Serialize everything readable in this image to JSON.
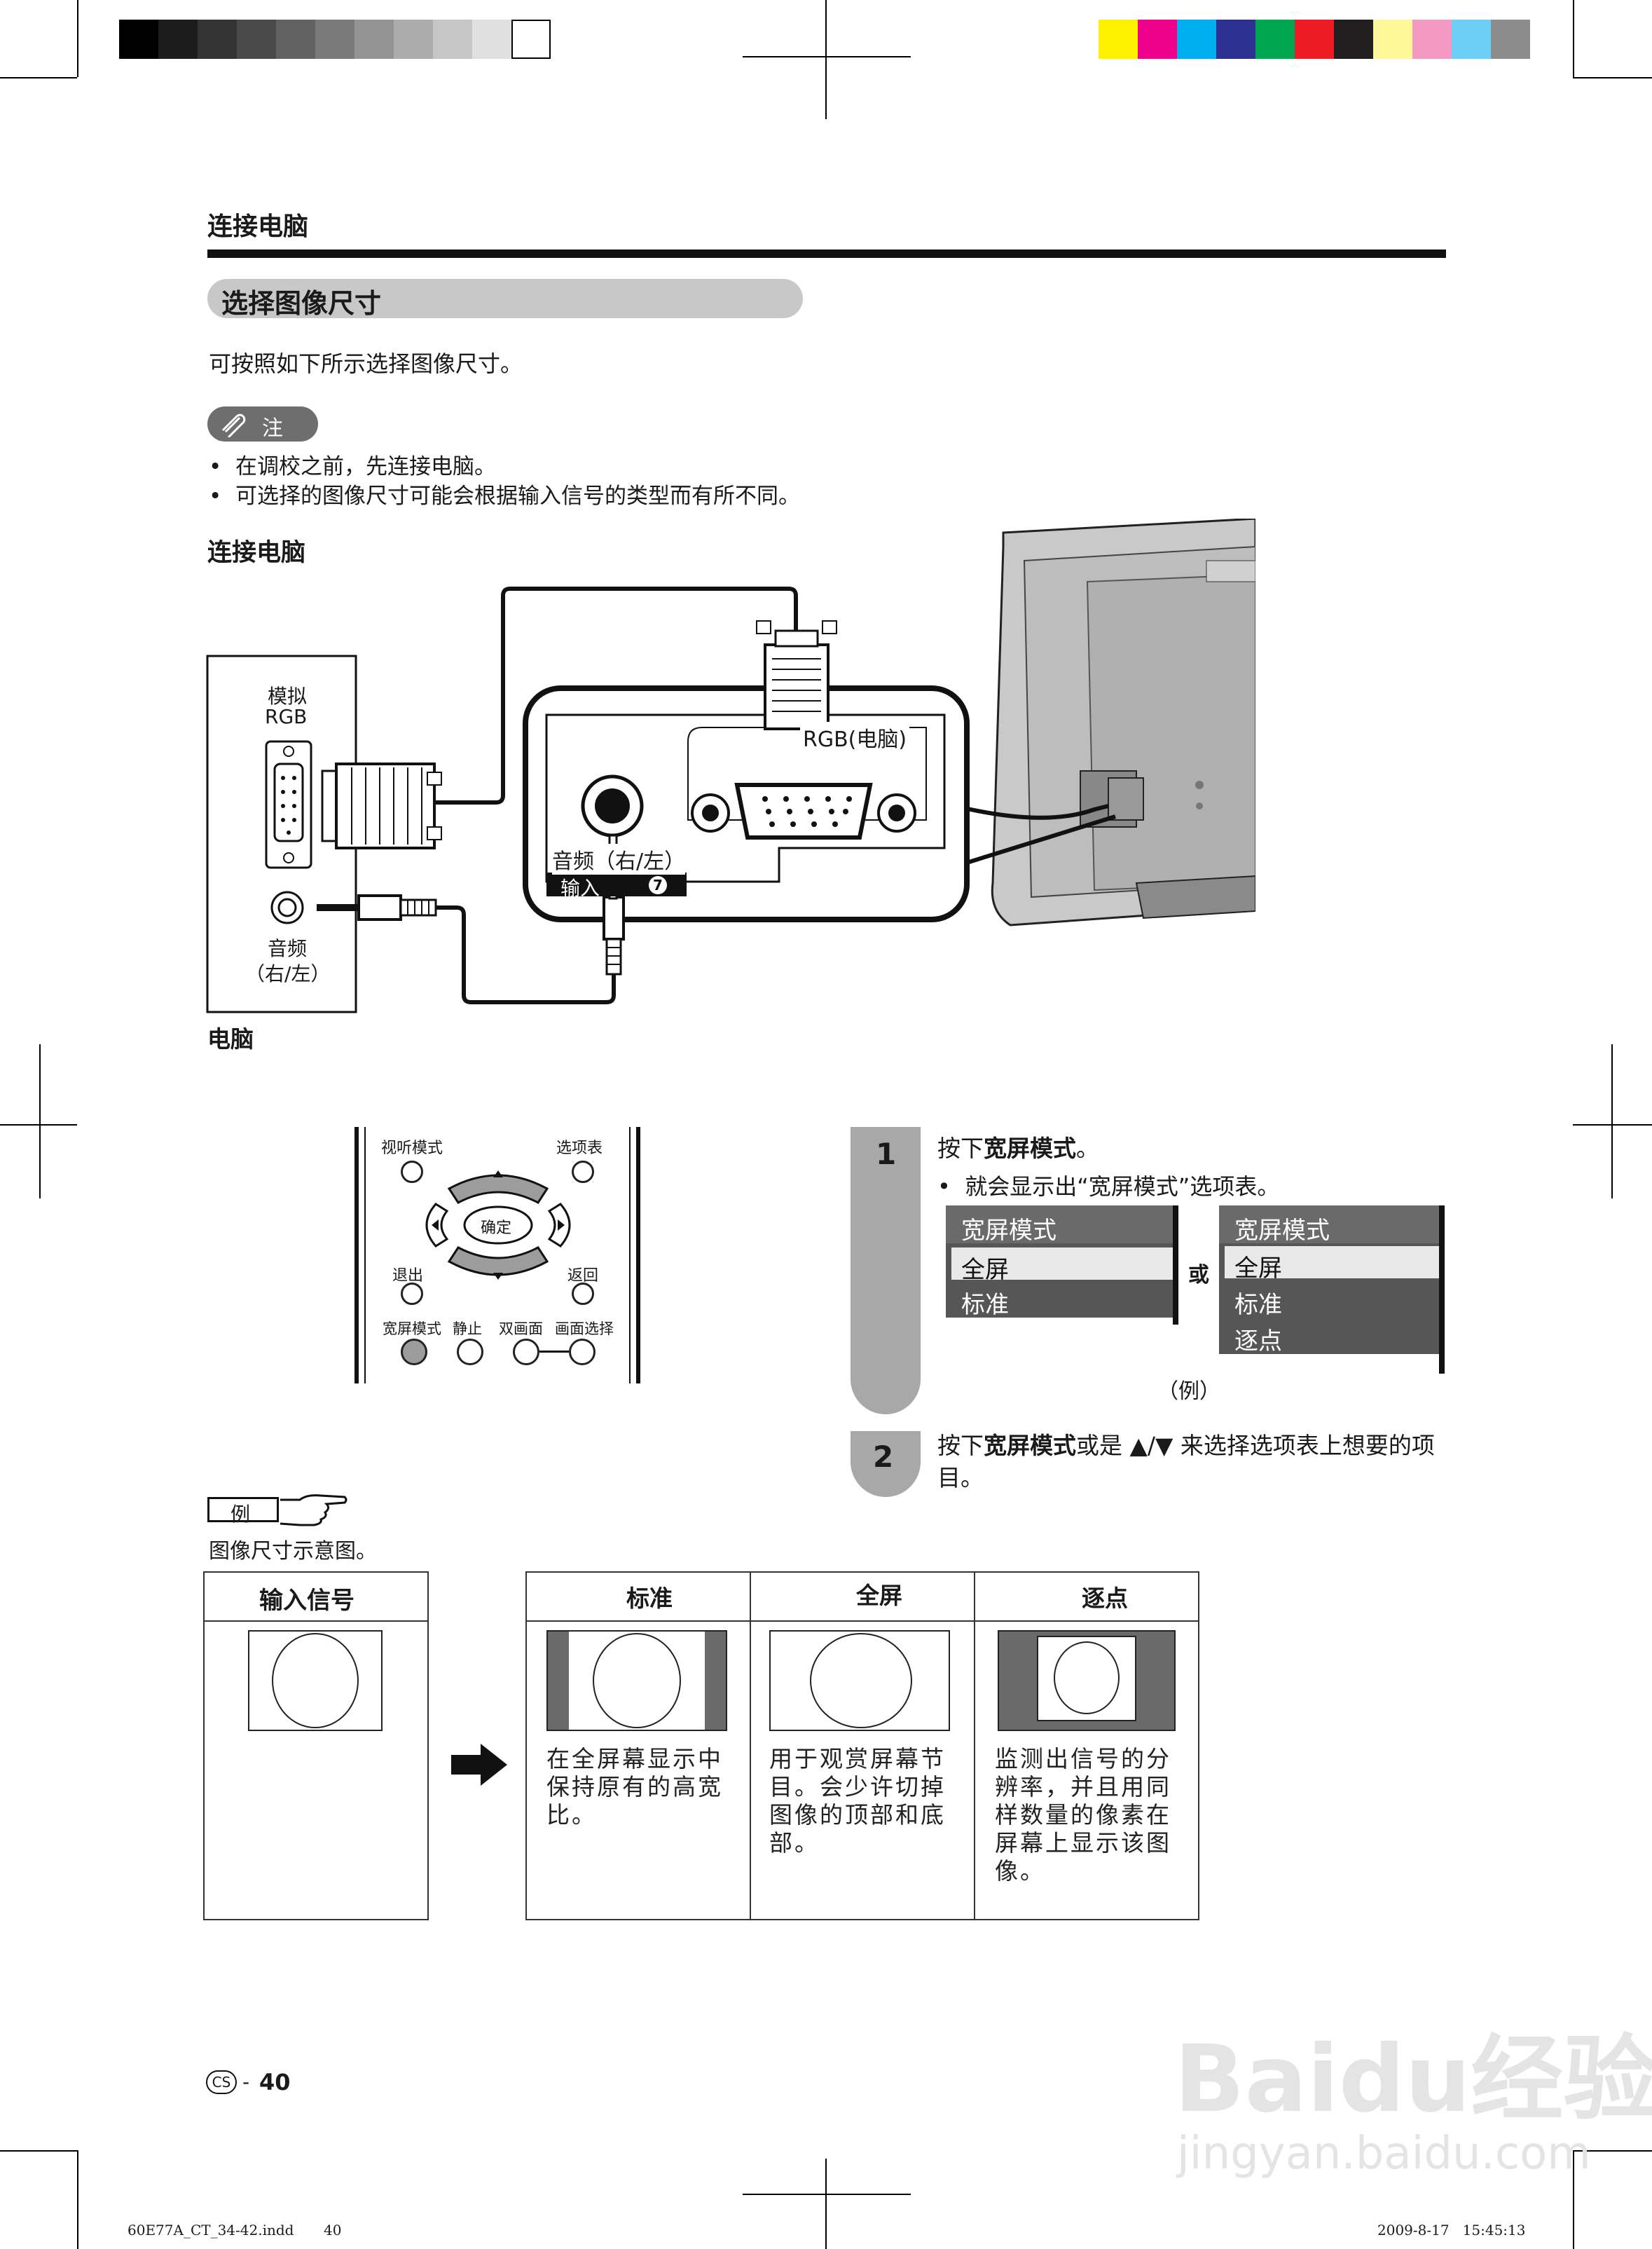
{
  "section_header": "连接电脑",
  "section_title": "选择图像尺寸",
  "intro": "可按照如下所示选择图像尺寸。",
  "note": {
    "label": "注",
    "bullets": [
      "在调校之前，先连接电脑。",
      "可选择的图像尺寸可能会根据输入信号的类型而有所不同。"
    ]
  },
  "connect_heading": "连接电脑",
  "diagram": {
    "pc_rgb_label_1": "模拟",
    "pc_rgb_label_2": "RGB",
    "pc_audio_label_1": "音频",
    "pc_audio_label_2": "（右/左）",
    "pc_caption": "电脑",
    "panel_rgb_label": "RGB(电脑)",
    "panel_audio_label": "音频（右/左）",
    "panel_input_label": "输入",
    "panel_input_number": "7"
  },
  "remote": {
    "btn_av_mode": "视听模式",
    "btn_menu": "选项表",
    "btn_enter": "确定",
    "btn_exit": "退出",
    "btn_return": "返回",
    "btn_wide": "宽屏模式",
    "btn_freeze": "静止",
    "btn_dual": "双画面",
    "btn_pip": "画面选择"
  },
  "steps": [
    {
      "number": "1",
      "text_prefix": "按下",
      "text_bold": "宽屏模式",
      "text_suffix": "。",
      "bullet": "就会显示出“宽屏模式”选项表。"
    },
    {
      "number": "2",
      "text_prefix": "按下",
      "text_bold": "宽屏模式",
      "text_suffix": "或是 ▲/▼ 来选择选项表上想要的项目。"
    }
  ],
  "menus": {
    "menu_a": {
      "title": "宽屏模式",
      "items": [
        "全屏",
        "标准"
      ],
      "selected": "全屏"
    },
    "menu_b": {
      "title": "宽屏模式",
      "items": [
        "全屏",
        "标准",
        "逐点"
      ],
      "selected": "全屏"
    },
    "or_label": "或",
    "example_caption": "（例）"
  },
  "example": {
    "label": "例",
    "caption": "图像尺寸示意图。"
  },
  "size_table": {
    "input_header": "输入信号",
    "columns": [
      {
        "header": "标准",
        "desc": [
          "在全屏幕显示中",
          "保持原有的高宽",
          "比。"
        ]
      },
      {
        "header": "全屏",
        "desc": [
          "用于观赏屏幕节",
          "目。会少许切掉",
          "图像的顶部和底",
          "部。"
        ]
      },
      {
        "header": "逐点",
        "desc": [
          "监测出信号的分",
          "辨率，并且用同",
          "样数量的像素在",
          "屏幕上显示该图",
          "像。"
        ]
      }
    ]
  },
  "footer": {
    "lang_badge": "CS",
    "page_sep": "-",
    "page_number": "40",
    "file_name": "60E77A_CT_34-42.indd",
    "file_page": "40",
    "timestamp": "2009-8-17   15:45:13"
  },
  "watermark": {
    "brand": "Baidu经验",
    "url": "jingyan.baidu.com"
  },
  "colors": {
    "pill_gray": "#c8c8c8",
    "step_gray": "#a8a8a8",
    "menu_dark": "#565656",
    "menu_selected": "#e9e9e9"
  }
}
